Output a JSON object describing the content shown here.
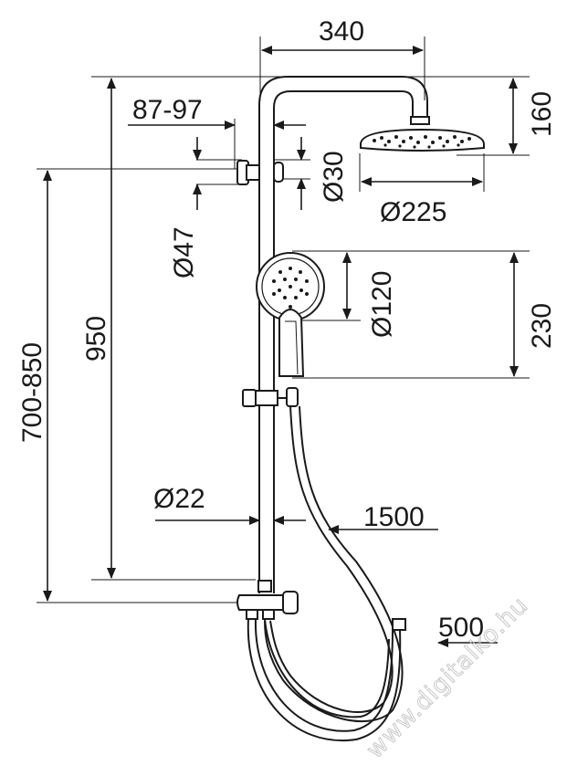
{
  "dimensions": {
    "width_top": "340",
    "arm_offset": "87-97",
    "bracket_diameter": "Ø30",
    "bracket_height": "Ø47",
    "overhead_height": "160",
    "overhead_diameter": "Ø225",
    "hand_diameter": "Ø120",
    "hand_height": "230",
    "total_height": "950",
    "mount_height": "700-850",
    "pipe_diameter": "Ø22",
    "hose_length": "1500",
    "supply_length": "500"
  },
  "watermark": "www.digitalko.hu",
  "colors": {
    "ink": "#1a1a1a",
    "watermark": "#c8c8c8"
  }
}
